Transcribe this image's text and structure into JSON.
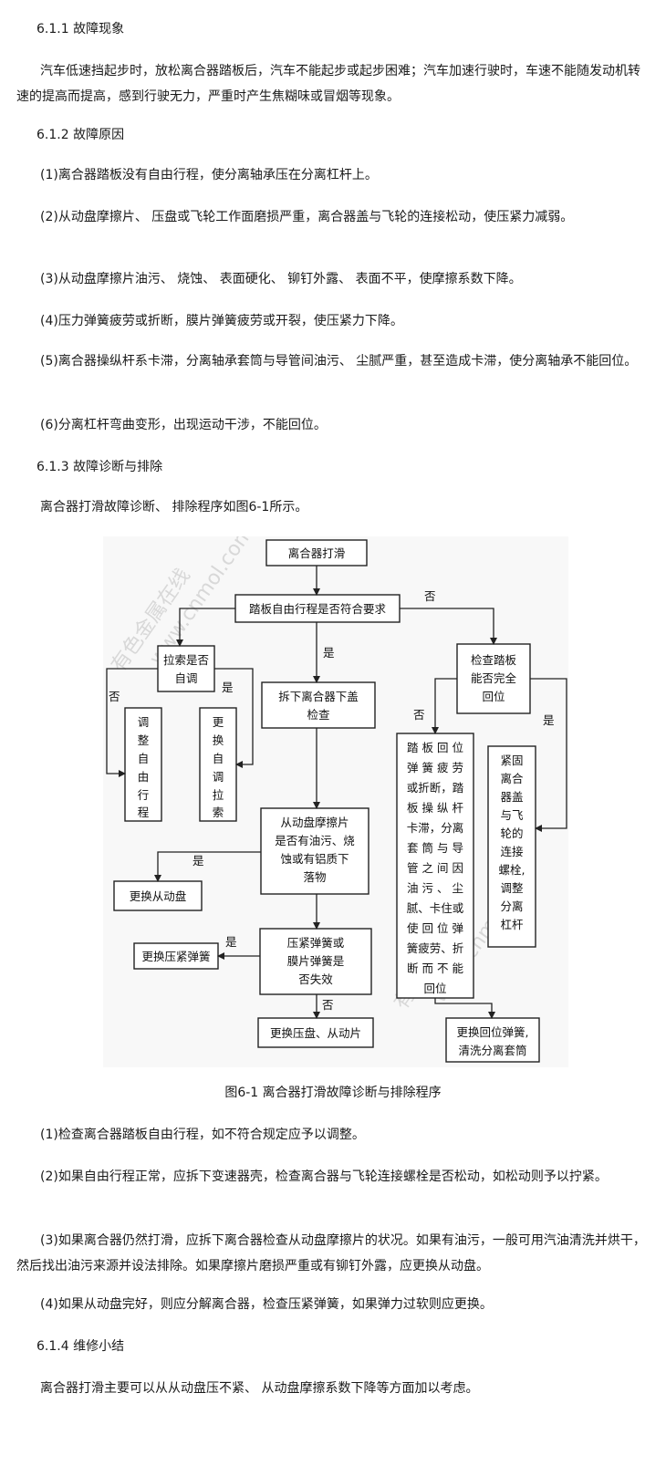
{
  "sections": {
    "s611_heading": "6.1.1 故障现象",
    "s611_p1": "汽车低速挡起步时，放松离合器踏板后，汽车不能起步或起步困难；汽车加速行驶时，车速不能随发动机转速的提高而提高，感到行驶无力，严重时产生焦糊味或冒烟等现象。",
    "s612_heading": "6.1.2 故障原因",
    "s612_items": [
      "(1)离合器踏板没有自由行程，使分离轴承压在分离杠杆上。",
      "(2)从动盘摩擦片、 压盘或飞轮工作面磨损严重，离合器盖与飞轮的连接松动，使压紧力减弱。",
      "(3)从动盘摩擦片油污、 烧蚀、 表面硬化、 铆钉外露、 表面不平，使摩擦系数下降。",
      "(4)压力弹簧疲劳或折断，膜片弹簧疲劳或开裂，使压紧力下降。",
      "(5)离合器操纵杆系卡滞，分离轴承套筒与导管间油污、 尘腻严重，甚至造成卡滞，使分离轴承不能回位。",
      "(6)分离杠杆弯曲变形，出现运动干涉，不能回位。"
    ],
    "s613_heading": "6.1.3 故障诊断与排除",
    "s613_intro": "离合器打滑故障诊断、 排除程序如图6-1所示。",
    "figure_caption": "图6-1 离合器打滑故障诊断与排除程序",
    "s613_items": [
      "(1)检查离合器踏板自由行程，如不符合规定应予以调整。",
      "(2)如果自由行程正常，应拆下变速器壳，检查离合器与飞轮连接螺栓是否松动，如松动则予以拧紧。",
      "(3)如果离合器仍然打滑，应拆下离合器检查从动盘摩擦片的状况。如果有油污，一般可用汽油清洗并烘干，然后找出油污来源并设法排除。如果摩擦片磨损严重或有铆钉外露，应更换从动盘。",
      "(4)如果从动盘完好，则应分解离合器，检查压紧弹簧，如果弹力过软则应更换。"
    ],
    "s614_heading": "6.1.4 维修小结",
    "s614_p1": "离合器打滑主要可以从从动盘压不紧、 从动盘摩擦系数下降等方面加以考虑。"
  },
  "flowchart": {
    "start": "离合器打滑",
    "q_free_travel": "踏板自由行程是否符合要求",
    "q_cable": [
      "拉索是否",
      "自调"
    ],
    "adjust_travel": [
      "调",
      "整",
      "自",
      "由",
      "行",
      "程"
    ],
    "replace_cable": [
      "更",
      "换",
      "自",
      "调",
      "拉",
      "索"
    ],
    "remove_cover": [
      "拆下离合器下盖",
      "检查"
    ],
    "q_friction": [
      "从动盘摩擦片",
      "是否有油污、烧",
      "蚀或有铝质下",
      "落物"
    ],
    "replace_disc": "更换从动盘",
    "q_spring": [
      "压紧弹簧或",
      "膜片弹簧是",
      "否失效"
    ],
    "replace_spring": "更换压紧弹簧",
    "replace_plate": "更换压盘、从动片",
    "q_return": [
      "检查踏板",
      "能否完全",
      "回位"
    ],
    "cause_return": [
      "踏 板 回 位",
      "弹 簧 疲 劳",
      "或折断，踏",
      "板 操 纵 杆",
      "卡滞，分离",
      "套 筒 与 导",
      "管 之 间 因",
      "油 污 、 尘",
      "腻、卡住或",
      "使 回 位 弹",
      "簧疲劳、折",
      "断 而 不 能",
      "回位"
    ],
    "tighten": [
      "紧固",
      "离合",
      "器盖",
      "与飞",
      "轮的",
      "连接",
      "螺栓,",
      "调整",
      "分离",
      "杠杆"
    ],
    "replace_return": [
      "更换回位弹簧,",
      "清洗分离套筒"
    ],
    "yes": "是",
    "no": "否",
    "watermark_site": "www.cnmol.com",
    "watermark_name": "有色金属在线"
  }
}
